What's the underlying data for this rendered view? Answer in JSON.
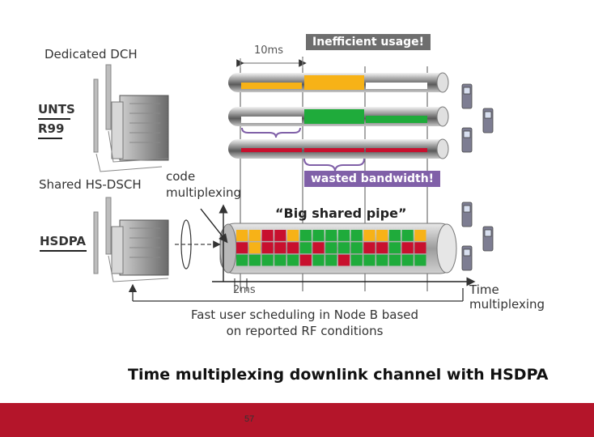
{
  "labels": {
    "dedicated_dch": "Dedicated DCH",
    "unts": "UNTS",
    "r99": "R99",
    "shared_hs_dsch": "Shared HS-DSCH",
    "hsdpa": "HSDPA",
    "code_multiplexing": "code\nmultiplexing",
    "ten_ms": "10ms",
    "inefficient_usage": "Inefficient usage!",
    "wasted_bandwidth": "wasted bandwidth!",
    "big_shared_pipe": "“Big shared pipe”",
    "two_ms": "2ms",
    "time_multiplexing": "Time\nmultiplexing",
    "fast_scheduling": "Fast user scheduling in Node B based\non reported RF conditions",
    "caption": "Time multiplexing downlink channel with HSDPA"
  },
  "colors": {
    "yellow": "#f7b217",
    "green": "#1fab3b",
    "red": "#c8102e",
    "purple": "#8060a8",
    "gray_tag": "#6e6e6e",
    "footer": "#b4152a"
  },
  "hsdpa_grid": [
    [
      "yellow",
      "yellow",
      "red",
      "red",
      "yellow",
      "green",
      "green",
      "green",
      "green",
      "green",
      "yellow",
      "yellow",
      "green",
      "green",
      "yellow"
    ],
    [
      "red",
      "yellow",
      "red",
      "red",
      "red",
      "green",
      "red",
      "green",
      "green",
      "green",
      "red",
      "red",
      "green",
      "red",
      "red"
    ],
    [
      "green",
      "green",
      "green",
      "green",
      "green",
      "red",
      "green",
      "green",
      "red",
      "green",
      "green",
      "green",
      "green",
      "green",
      "green"
    ]
  ],
  "page_number": "57"
}
